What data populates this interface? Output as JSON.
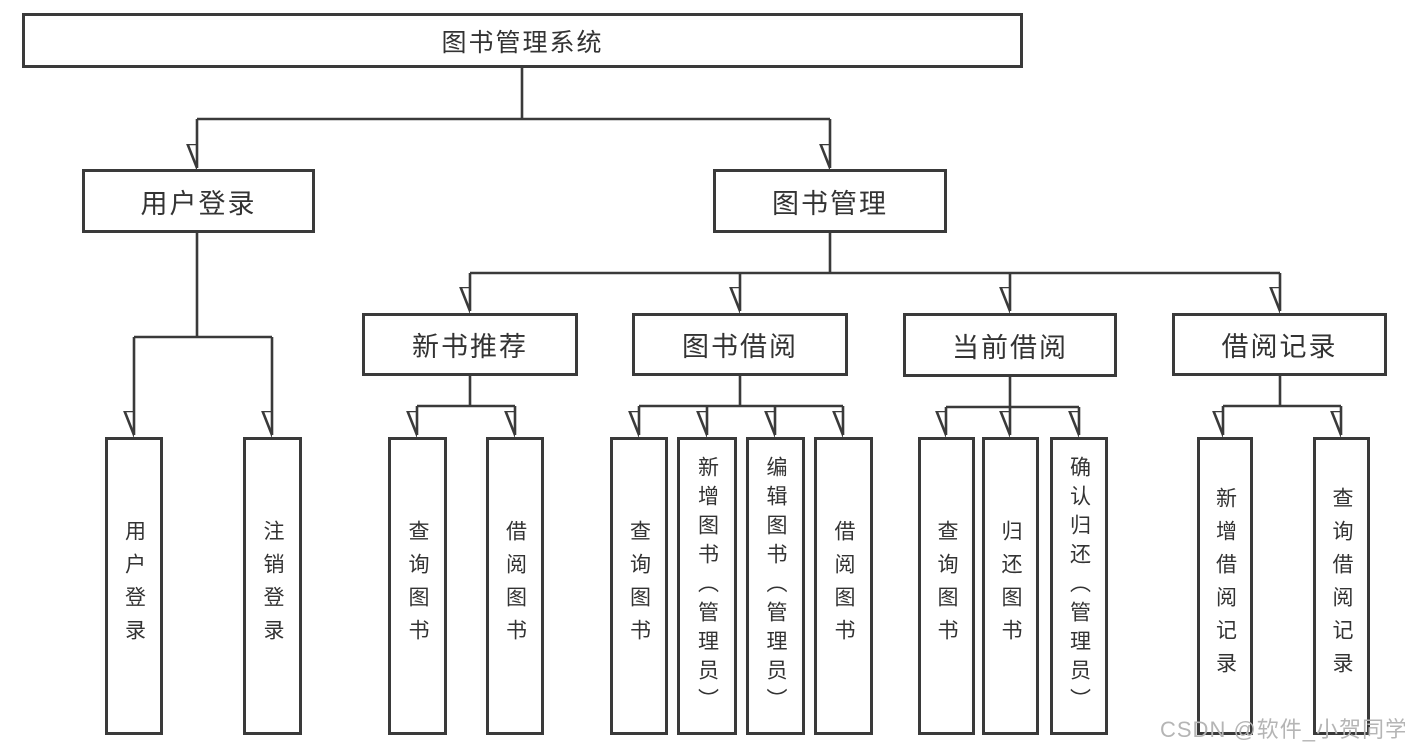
{
  "title": "图书管理系统",
  "colors": {
    "line": "#3a3a3a",
    "text": "#333333",
    "box_fill": "#ffffff",
    "watermark": "#b5b5b5"
  },
  "nodes": {
    "root": "图书管理系统",
    "user_login": "用户登录",
    "book_mgmt": "图书管理",
    "login": "用户登录",
    "logout": "注销登录",
    "new_book_rec": "新书推荐",
    "book_borrow": "图书借阅",
    "current_borrow": "当前借阅",
    "borrow_records": "借阅记录",
    "nbr_query": "查询图书",
    "nbr_borrow": "借阅图书",
    "bb_query": "查询图书",
    "bb_add": "新增图书（管理员）",
    "bb_edit": "编辑图书（管理员）",
    "bb_borrow": "借阅图书",
    "cb_query": "查询图书",
    "cb_return": "归还图书",
    "cb_confirm": "确认归还（管理员）",
    "br_add": "新增借阅记录",
    "br_query": "查询借阅记录"
  },
  "hierarchy": {
    "图书管理系统": {
      "用户登录": [
        "用户登录",
        "注销登录"
      ],
      "图书管理": {
        "新书推荐": [
          "查询图书",
          "借阅图书"
        ],
        "图书借阅": [
          "查询图书",
          "新增图书（管理员）",
          "编辑图书（管理员）",
          "借阅图书"
        ],
        "当前借阅": [
          "查询图书",
          "归还图书",
          "确认归还（管理员）"
        ],
        "借阅记录": [
          "新增借阅记录",
          "查询借阅记录"
        ]
      }
    }
  },
  "watermark": "CSDN @软件_小贺同学"
}
